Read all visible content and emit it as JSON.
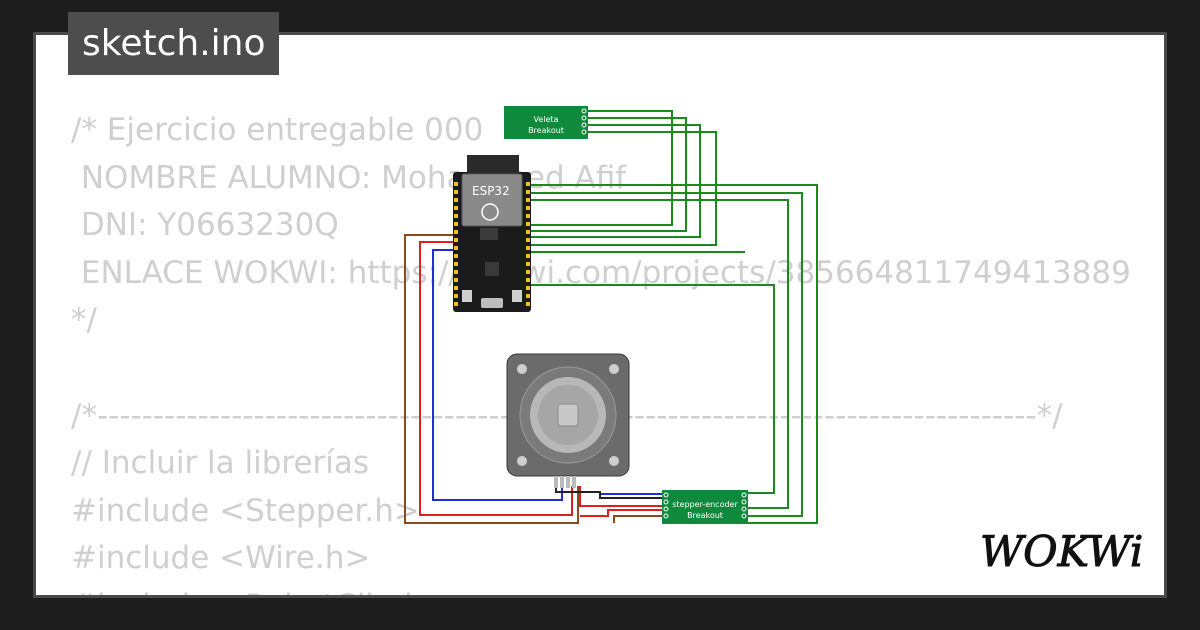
{
  "file_tab": {
    "label": "sketch.ino"
  },
  "code_lines": [
    "/* Ejercicio entregable 000",
    " NOMBRE ALUMNO: Mohammed Afif",
    " DNI: Y0663230Q",
    " ENLACE WOKWI: https://wokwi.com/projects/385664811749413889",
    "*/",
    "",
    "/*------------------------------------------------------------------------------------*/",
    "// Incluir la librerías",
    "#include <Stepper.h>",
    "#include <Wire.h>",
    "#include <RobotClimber>"
  ],
  "diagram": {
    "esp32_label": "ESP32",
    "veleta": {
      "line1": "Veleta",
      "line2": "Breakout"
    },
    "stepper_encoder": {
      "line1": "stepper-encoder",
      "line2": "Breakout"
    },
    "wire_colors": {
      "green": "#1a8a1a",
      "blue": "#1f2fd6",
      "red": "#e02020",
      "brown": "#8a4a1c"
    }
  },
  "logo": {
    "text": "WOKWi"
  }
}
